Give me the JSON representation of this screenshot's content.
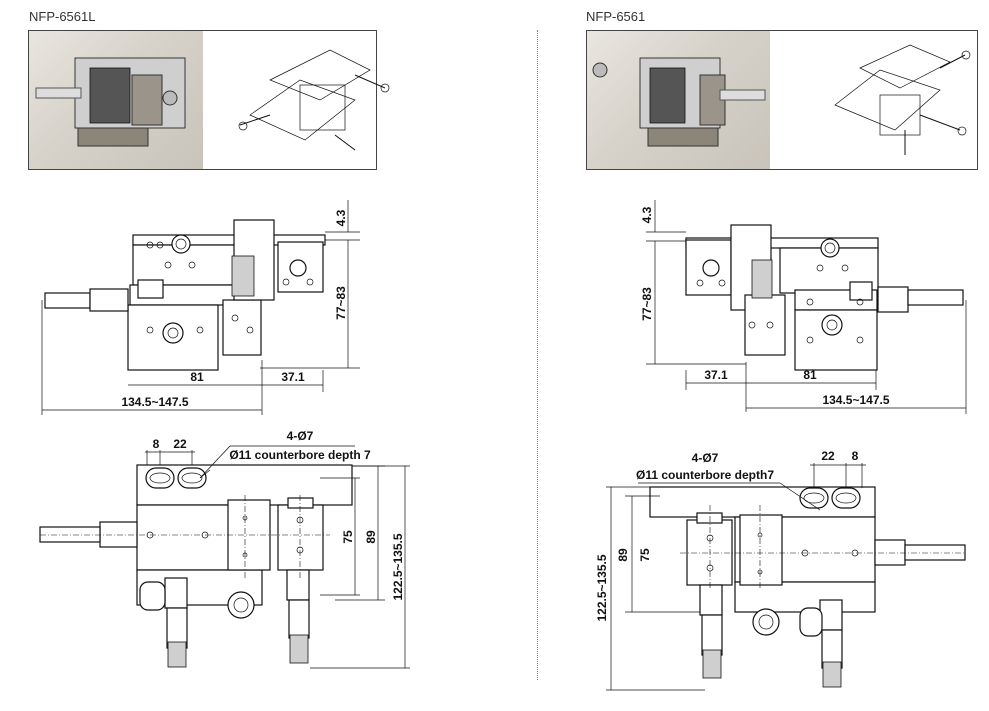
{
  "models": {
    "left": {
      "name": "NFP-6561L",
      "side_view": {
        "height": "4.3",
        "travel_height": "77~83",
        "base_width": "81",
        "offset": "37.1",
        "total_length": "134.5~147.5"
      },
      "top_view": {
        "slot_a": "8",
        "slot_b": "22",
        "holes": "4-Ø7",
        "counterbore": "Ø11 counterbore depth 7",
        "width_75": "75",
        "width_89": "89",
        "range": "122.5~135.5"
      }
    },
    "right": {
      "name": "NFP-6561",
      "side_view": {
        "height": "4.3",
        "travel_height": "77~83",
        "base_width": "81",
        "offset": "37.1",
        "total_length": "134.5~147.5"
      },
      "top_view": {
        "slot_a": "8",
        "slot_b": "22",
        "holes": "4-Ø7",
        "counterbore": "Ø11 counterbore depth7",
        "width_75": "75",
        "width_89": "89",
        "range": "122.5~135.5"
      }
    }
  },
  "colors": {
    "line": "#111111",
    "photo_bg": "#d6d2ca",
    "divider": "#888888"
  },
  "icons": {
    "photo": "stage-photo-icon",
    "render": "stage-render-icon"
  }
}
